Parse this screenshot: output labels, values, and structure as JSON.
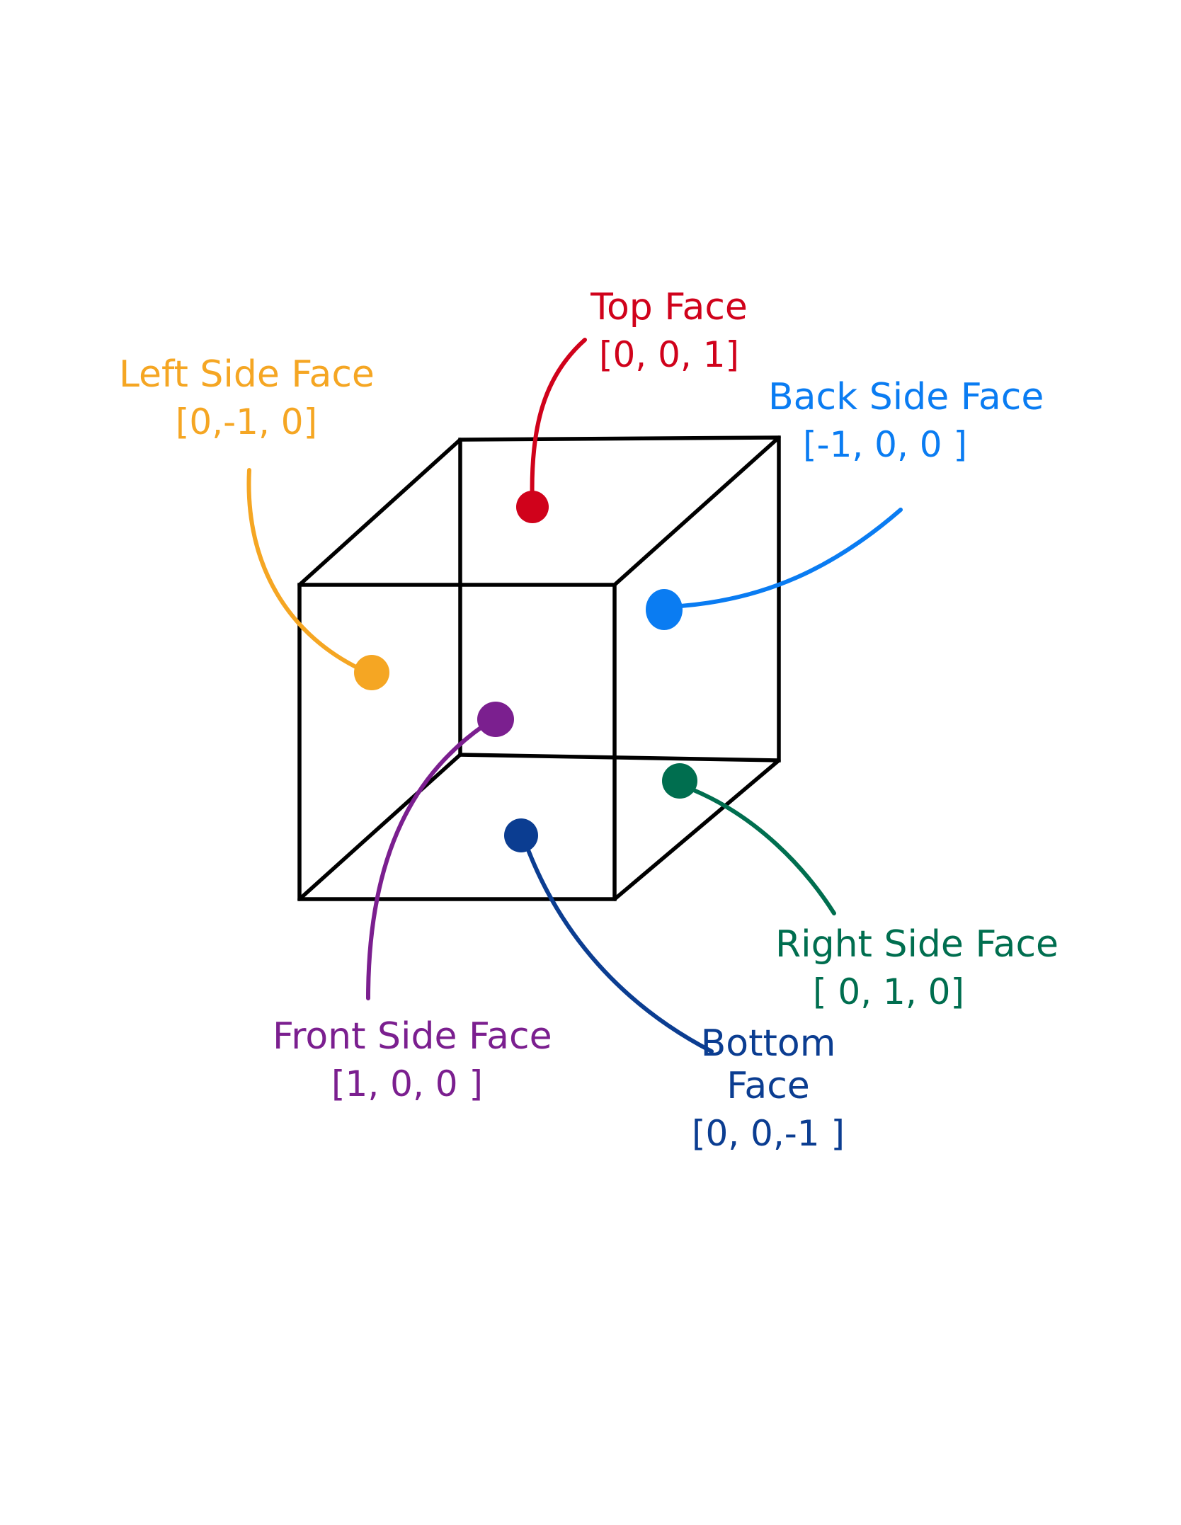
{
  "faces": [
    {
      "key": "top",
      "name": "Top Face",
      "vector": "[0, 0, 1]",
      "color": "#d0021b"
    },
    {
      "key": "left",
      "name": "Left Side Face",
      "vector": "[0,-1, 0]",
      "color": "#f5a623"
    },
    {
      "key": "back",
      "name": "Back Side Face",
      "vector": "[-1, 0, 0 ]",
      "color": "#0a7cf2"
    },
    {
      "key": "front",
      "name": "Front Side Face",
      "vector": "[1, 0, 0 ]",
      "color": "#7b1f8f"
    },
    {
      "key": "bottom",
      "name": "Bottom Face",
      "vector": "[0, 0,-1 ]",
      "color": "#0b3d91"
    },
    {
      "key": "right",
      "name": "Right Side Face",
      "vector": "[ 0, 1, 0]",
      "color": "#006e4f"
    }
  ]
}
